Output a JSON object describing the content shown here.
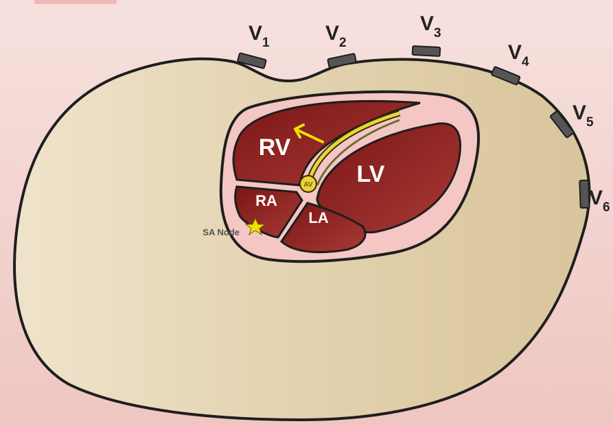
{
  "leads": [
    {
      "letter": "V",
      "num": "1"
    },
    {
      "letter": "V",
      "num": "2"
    },
    {
      "letter": "V",
      "num": "3"
    },
    {
      "letter": "V",
      "num": "4"
    },
    {
      "letter": "V",
      "num": "5"
    },
    {
      "letter": "V",
      "num": "6"
    }
  ],
  "chambers": {
    "rv": "RV",
    "lv": "LV",
    "ra": "RA",
    "la": "LA"
  },
  "av_node": "AV",
  "sa_node": "SA Node",
  "colors": {
    "background": "#f3d6d2",
    "torso": "#e6d7b8",
    "pericardium": "#f4c8c8",
    "chamber": "#8e1f1f",
    "conduction": "#e8d43a",
    "arrow": "#f0e000",
    "electrode": "#555555"
  }
}
